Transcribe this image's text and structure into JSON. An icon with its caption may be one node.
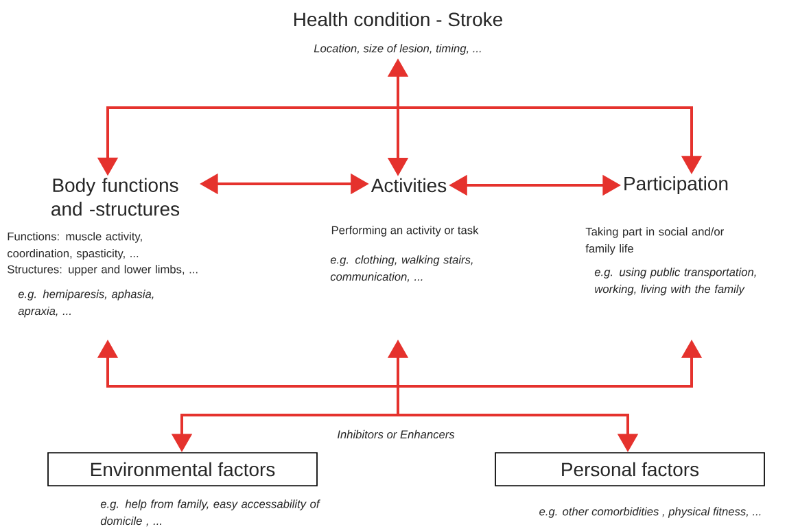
{
  "diagram": {
    "nodes": [
      {
        "text": [
          "Health condition - Stroke"
        ],
        "beside": [
          "Location, size of lesion, timing, ..."
        ]
      },
      {
        "text": [
          "Body functions and -structures"
        ],
        "beside": [
          "Functions: muscle activity, coordination, spasticity, ...",
          "Structures: upper and lower limbs, ...",
          "e.g. hemiparesis, aphasia, apraxia, ..."
        ]
      },
      {
        "text": [
          "Activities"
        ],
        "beside": [
          "Performing an activity or task",
          "e.g. clothing, walking stairs, communication, ..."
        ]
      },
      {
        "text": [
          "Participation"
        ],
        "beside": [
          "Taking part in social and/or family life",
          "e.g. using public transportation, working, living with the family"
        ]
      },
      {
        "text": [
          "Environmental factors"
        ],
        "beside": [
          "e.g. help from family, easy accessability of domicile , ..."
        ]
      },
      {
        "text": [
          "Personal factors"
        ],
        "beside": [
          "e.g. other comorbidities , physical fitness, ..."
        ]
      }
    ],
    "edges": [
      {
        "from": 0,
        "to": 1,
        "arrow": "both"
      },
      {
        "from": 0,
        "to": 2,
        "arrow": "both"
      },
      {
        "from": 0,
        "to": 3,
        "arrow": "both"
      },
      {
        "from": 1,
        "to": 2,
        "arrow": "both"
      },
      {
        "from": 2,
        "to": 3,
        "arrow": "both"
      },
      {
        "from": 4,
        "to": 1,
        "arrow": "both"
      },
      {
        "from": 4,
        "to": 2,
        "arrow": "both"
      },
      {
        "from": 4,
        "to": 3,
        "arrow": "both"
      },
      {
        "from": 5,
        "to": 1,
        "arrow": "both"
      },
      {
        "from": 5,
        "to": 2,
        "arrow": "both"
      },
      {
        "from": 5,
        "to": 3,
        "arrow": "both"
      }
    ],
    "labels": [
      "Inhibitors or Enhancers"
    ]
  }
}
